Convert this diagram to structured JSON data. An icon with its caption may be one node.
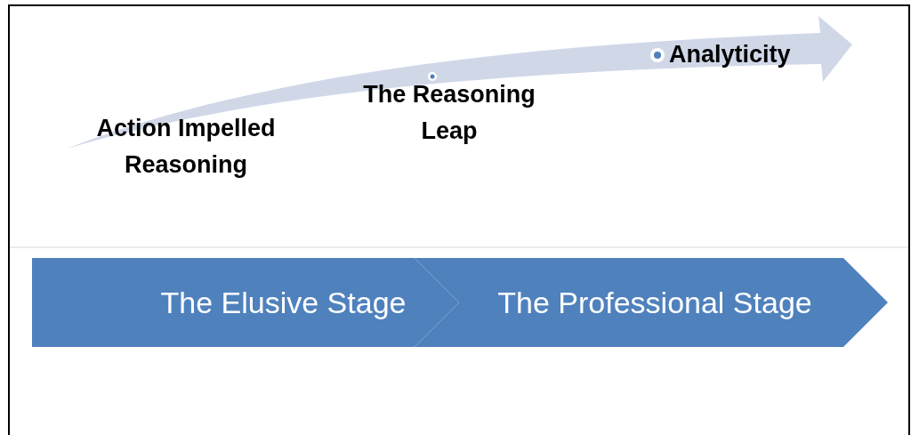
{
  "diagram": {
    "nodes": [
      {
        "text": [
          "The Elusive Stage"
        ]
      },
      {
        "text": [
          "The Professional Stage"
        ]
      }
    ],
    "labels": [
      "Action Impelled Reasoning",
      "The Reasoning Leap",
      "Analyticity"
    ]
  }
}
